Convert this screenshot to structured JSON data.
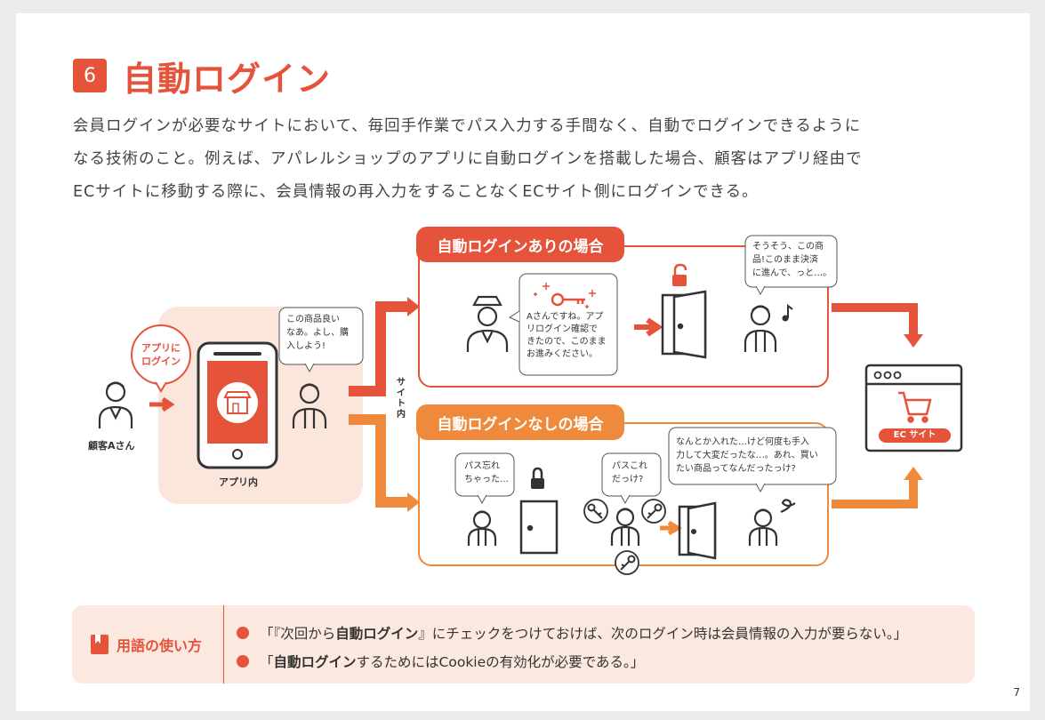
{
  "header": {
    "number": "6",
    "title": "自動ログイン"
  },
  "intro": [
    "会員ログインが必要なサイトにおいて、毎回手作業でパス入力する手間なく、自動でログインできるように",
    "なる技術のこと。例えば、アパレルショップのアプリに自動ログインを搭載した場合、顧客はアプリ経由で",
    "ECサイトに移動する際に、会員情報の再入力をすることなくECサイト側にログインできる。"
  ],
  "diagram": {
    "customer_label": "顧客Aさん",
    "app_login_bubble": [
      "アプリに",
      "ログイン"
    ],
    "app_label": "アプリ内",
    "customer_thought": [
      "この商品良い",
      "なあ。よし、購",
      "入しよう!"
    ],
    "site_label": "サイト内",
    "with_auto": {
      "title": "自動ログインありの場合",
      "clerk_speech": [
        "Aさんですね。アプ",
        "リログイン確認で",
        "きたので、このまま",
        "お進みください。"
      ],
      "customer_speech": [
        "そうそう、この商",
        "品!このまま決済",
        "に進んで、っと…。"
      ]
    },
    "without_auto": {
      "title": "自動ログインなしの場合",
      "speech1": [
        "パス忘れ",
        "ちゃった…"
      ],
      "speech2": [
        "パスこれ",
        "だっけ?"
      ],
      "speech3": [
        "なんとか入れた…けど何度も手入",
        "力して大変だったな…。あれ、買い",
        "たい商品ってなんだったっけ?"
      ]
    },
    "ec_site_label": "EC サイト"
  },
  "usage": {
    "label": "用語の使い方",
    "lines": [
      {
        "pre": "「『次回から",
        "bold": "自動ログイン",
        "post": "』にチェックをつけておけば、次のログイン時は会員情報の入力が要らない。」"
      },
      {
        "pre": "「",
        "bold": "自動ログイン",
        "post": "するためにはCookieの有効化が必要である。」"
      }
    ]
  },
  "page_number": "7",
  "colors": {
    "accent": "#e5533b",
    "orange": "#ef8a3c",
    "panel_bg": "#fbe8df"
  }
}
